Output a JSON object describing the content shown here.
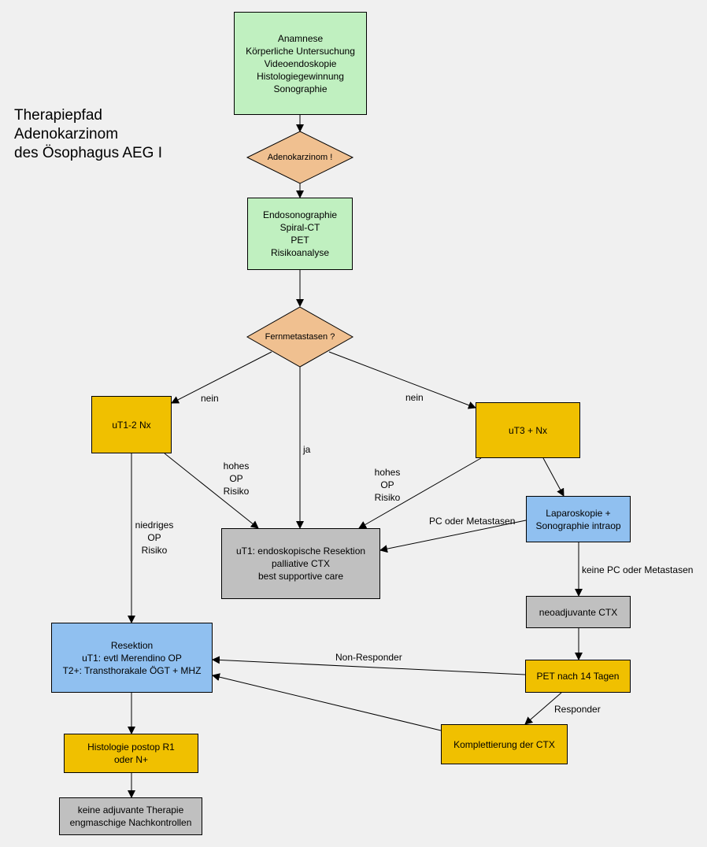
{
  "title": {
    "lines": [
      "Therapiepfad",
      "Adenokarzinom",
      "des Ösophagus AEG I"
    ]
  },
  "nodes": {
    "anamnese": {
      "lines": [
        "Anamnese",
        "Körperliche Untersuchung",
        "Videoendoskopie",
        "Histologiegewinnung",
        "Sonographie"
      ],
      "color": "#c0f0c0"
    },
    "adenokarzinom": {
      "label": "Adenokarzinom !",
      "color": "#f0c090"
    },
    "staging": {
      "lines": [
        "Endosonographie",
        "Spiral-CT",
        "PET",
        "Risikoanalyse"
      ],
      "color": "#c0f0c0"
    },
    "fernmetastasen": {
      "label": "Fernmetastasen ?",
      "color": "#f0c090"
    },
    "ut12": {
      "label": "uT1-2 Nx",
      "color": "#f0c000"
    },
    "ut3": {
      "label": "uT3 + Nx",
      "color": "#f0c000"
    },
    "laparoskopie": {
      "lines": [
        "Laparoskopie +",
        "Sonographie intraop"
      ],
      "color": "#90c0f0"
    },
    "palliativ": {
      "lines": [
        "uT1: endoskopische Resektion",
        "palliative CTX",
        "best supportive care"
      ],
      "color": "#c0c0c0"
    },
    "neoadjuvant": {
      "label": "neoadjuvante CTX",
      "color": "#c0c0c0"
    },
    "pet14": {
      "label": "PET nach 14 Tagen",
      "color": "#f0c000"
    },
    "resektion": {
      "lines": [
        "Resektion",
        "uT1: evtl Merendino OP",
        "T2+: Transthorakale ÖGT + MHZ"
      ],
      "color": "#90c0f0"
    },
    "komplettierung": {
      "label": "Komplettierung der CTX",
      "color": "#f0c000"
    },
    "histologie": {
      "lines": [
        "Histologie postop R1",
        "oder N+"
      ],
      "color": "#f0c000"
    },
    "nachkontrollen": {
      "lines": [
        "keine adjuvante Therapie",
        "engmaschige Nachkontrollen"
      ],
      "color": "#c0c0c0"
    }
  },
  "edge_labels": {
    "nein_left": "nein",
    "nein_right": "nein",
    "ja": "ja",
    "hohes_left": [
      "hohes",
      "OP",
      "Risiko"
    ],
    "hohes_right": [
      "hohes",
      "OP",
      "Risiko"
    ],
    "niedriges": [
      "niedriges",
      "OP",
      "Risiko"
    ],
    "pc_metastasen": "PC oder Metastasen",
    "keine_pc": "keine PC oder Metastasen",
    "non_responder": "Non-Responder",
    "responder": "Responder"
  }
}
